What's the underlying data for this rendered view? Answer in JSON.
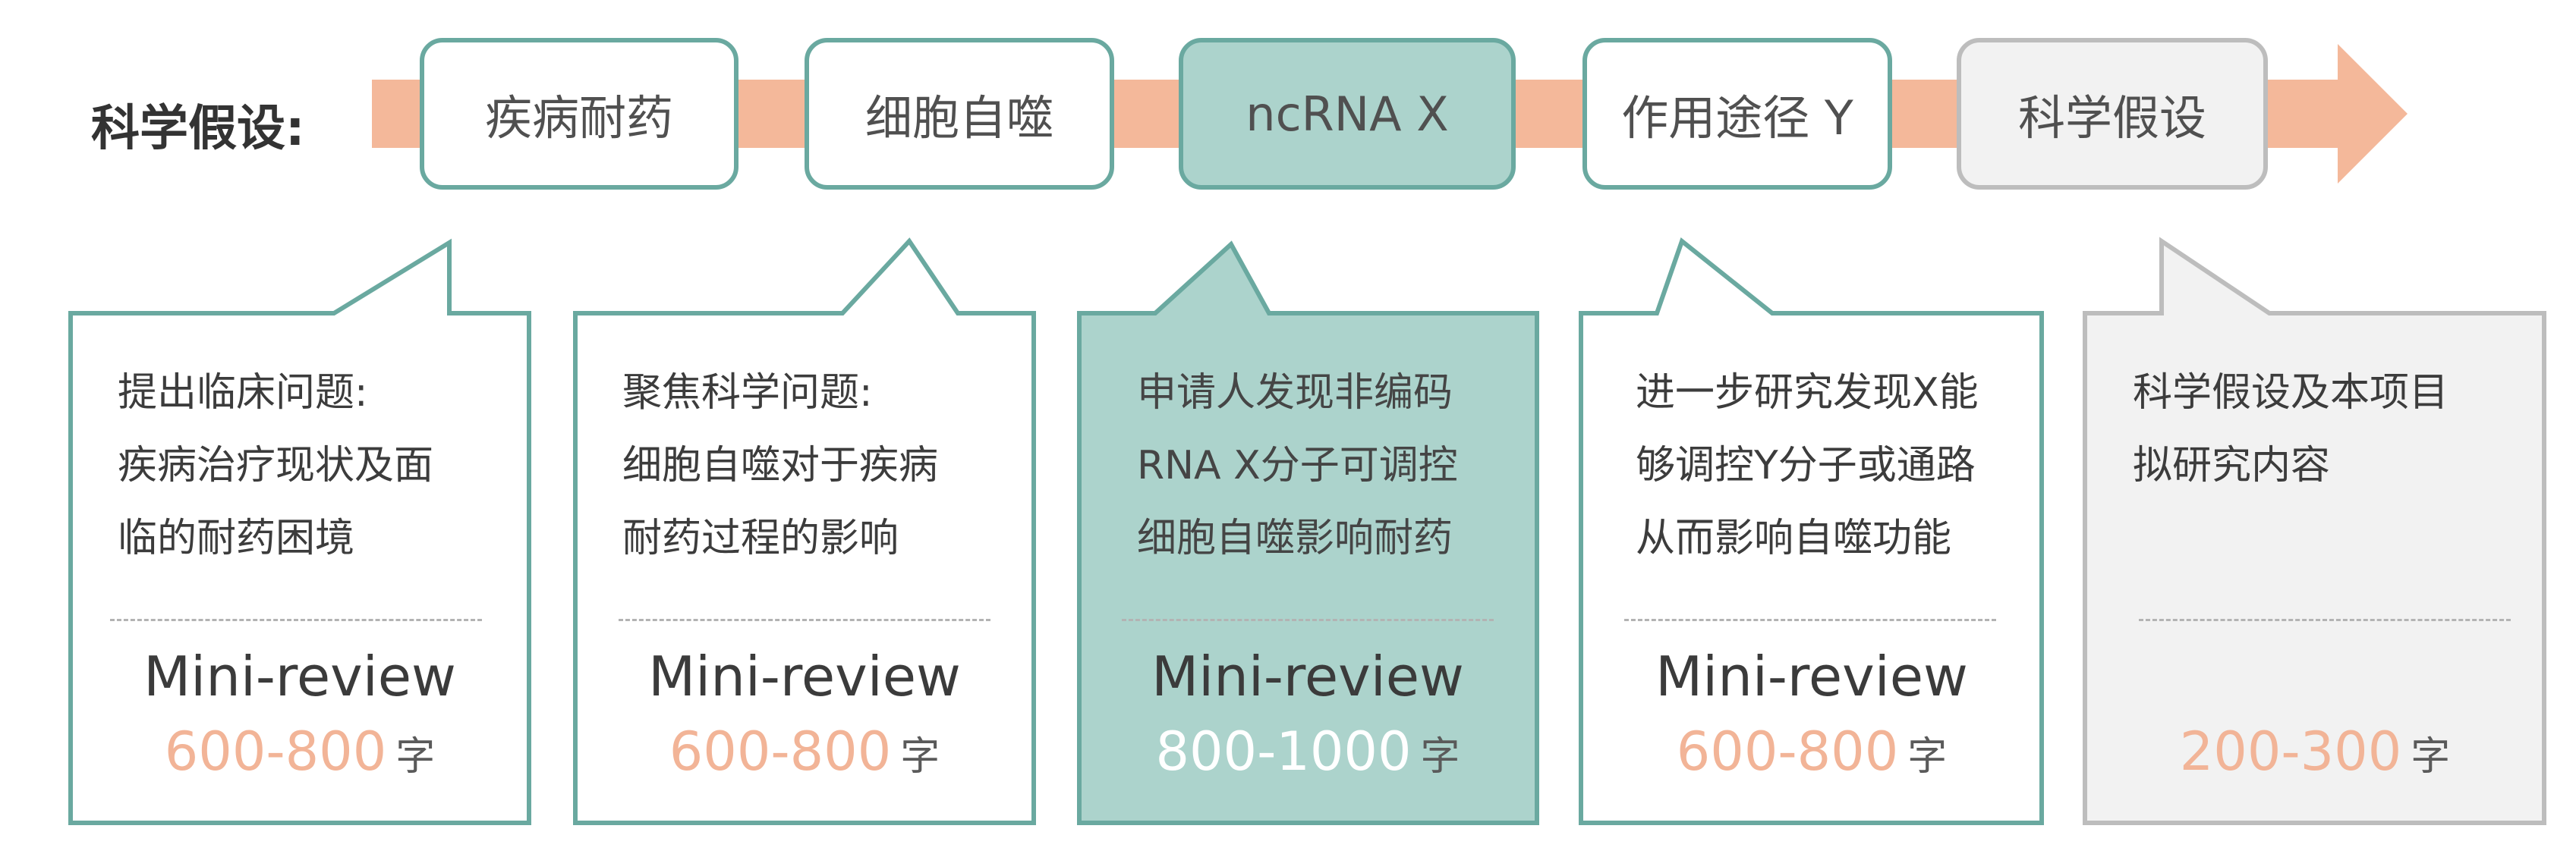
{
  "heading": "科学假设:",
  "colors": {
    "arrow": "#f4b89a",
    "teal_border": "#6aa9a0",
    "teal_fill": "#acd3cc",
    "gray_fill": "#f2f2f2",
    "gray_border": "#bdbdbd",
    "count_accent": "#f2b497"
  },
  "steps": [
    {
      "label": "疾病耐药"
    },
    {
      "label": "细胞自噬"
    },
    {
      "label": "ncRNA X"
    },
    {
      "label": "作用途径 Y"
    },
    {
      "label": "科学假设"
    }
  ],
  "boxes": [
    {
      "lines": [
        "提出临床问题:",
        "疾病治疗现状及面",
        "临的耐药困境"
      ],
      "review": "Mini-review",
      "count": "600-800",
      "unit": "字"
    },
    {
      "lines": [
        "聚焦科学问题:",
        "细胞自噬对于疾病",
        "耐药过程的影响"
      ],
      "review": "Mini-review",
      "count": "600-800",
      "unit": "字"
    },
    {
      "lines": [
        "申请人发现非编码",
        "RNA X分子可调控",
        "细胞自噬影响耐药"
      ],
      "review": "Mini-review",
      "count": "800-1000",
      "unit": "字"
    },
    {
      "lines": [
        "进一步研究发现X能",
        "够调控Y分子或通路",
        "从而影响自噬功能"
      ],
      "review": "Mini-review",
      "count": "600-800",
      "unit": "字"
    },
    {
      "lines": [
        "科学假设及本项目",
        "拟研究内容"
      ],
      "count": "200-300",
      "unit": "字"
    }
  ]
}
